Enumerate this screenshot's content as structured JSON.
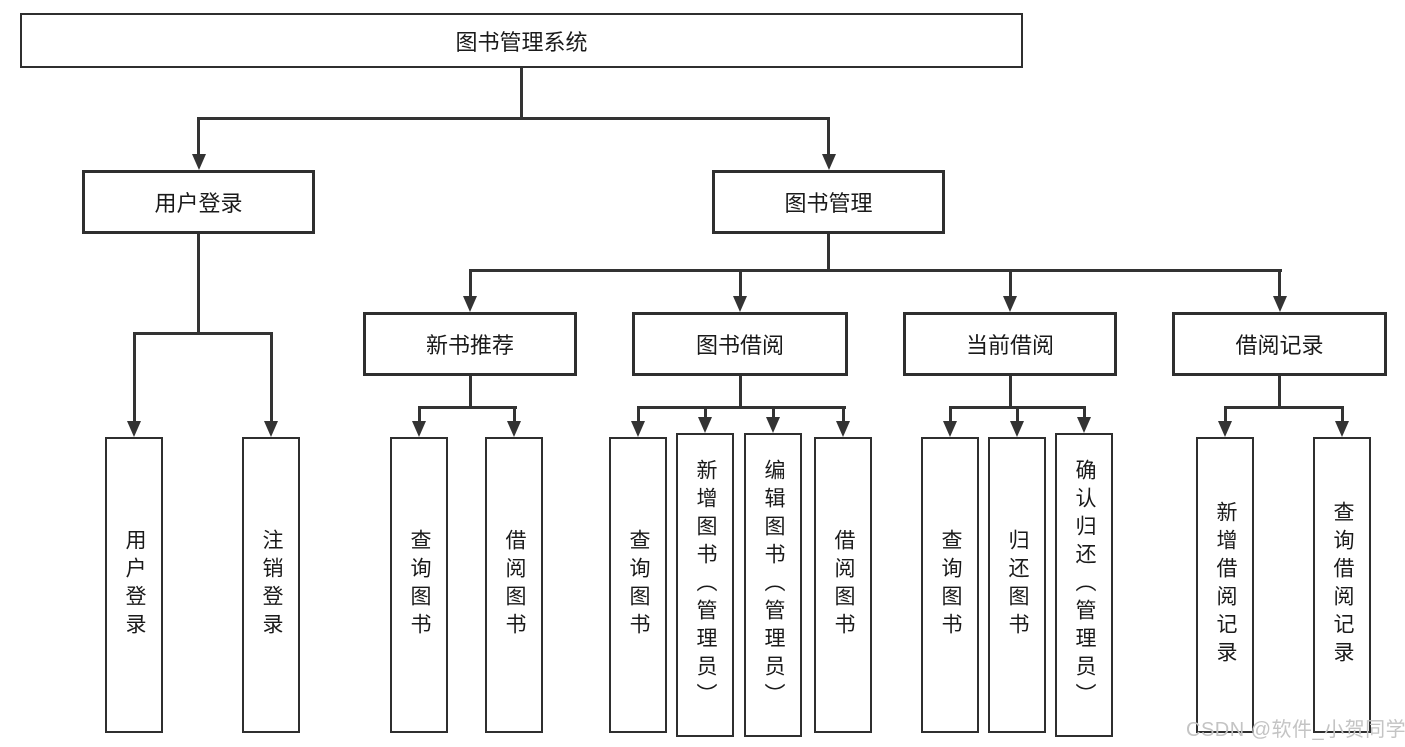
{
  "root": {
    "label": "图书管理系统"
  },
  "level2": [
    {
      "label": "用户登录"
    },
    {
      "label": "图书管理"
    }
  ],
  "level3": [
    {
      "label": "新书推荐"
    },
    {
      "label": "图书借阅"
    },
    {
      "label": "当前借阅"
    },
    {
      "label": "借阅记录"
    }
  ],
  "leaves": [
    {
      "label": "用户登录"
    },
    {
      "label": "注销登录"
    },
    {
      "label": "查询图书"
    },
    {
      "label": "借阅图书"
    },
    {
      "label": "查询图书"
    },
    {
      "label": "新增图书（管理员）"
    },
    {
      "label": "编辑图书（管理员）"
    },
    {
      "label": "借阅图书"
    },
    {
      "label": "查询图书"
    },
    {
      "label": "归还图书"
    },
    {
      "label": "确认归还（管理员）"
    },
    {
      "label": "新增借阅记录"
    },
    {
      "label": "查询借阅记录"
    }
  ],
  "watermark": {
    "text": "CSDN @软件_小贺同学"
  },
  "colors": {
    "line": "#333333",
    "box_border": "#2f2f2f",
    "text": "#1a1a1a",
    "watermark": "#c4c4c4",
    "background": "#ffffff"
  }
}
